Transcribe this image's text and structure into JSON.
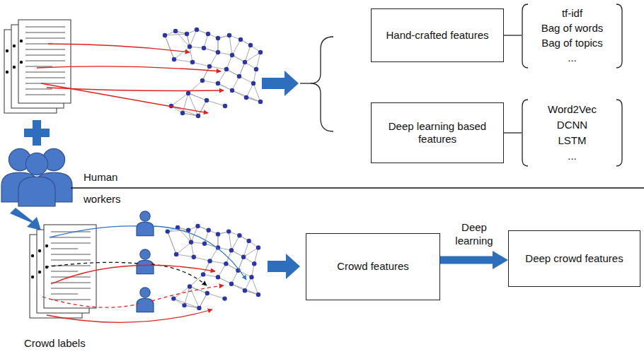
{
  "diagram": {
    "nodes": [
      {
        "text": [
          "Hand-crafted features"
        ]
      },
      {
        "text": [
          "tf-idf",
          "Bag of words",
          "Bag of topics",
          "..."
        ]
      },
      {
        "text": [
          "Deep learning based features"
        ]
      },
      {
        "text": [
          "Word2Vec",
          "DCNN",
          "LSTM",
          "..."
        ]
      },
      {
        "text": [
          "Crowd features"
        ]
      },
      {
        "text": [
          "Deep crowd features"
        ]
      }
    ],
    "edges": [
      {
        "from": 0,
        "to": 1,
        "arrow": "none"
      },
      {
        "from": 2,
        "to": 3,
        "arrow": "none"
      },
      {
        "from": 4,
        "to": 5,
        "label": "Deep learning",
        "arrow": "to"
      }
    ],
    "labels": [
      "Human",
      "workers",
      "Crowd labels"
    ]
  }
}
